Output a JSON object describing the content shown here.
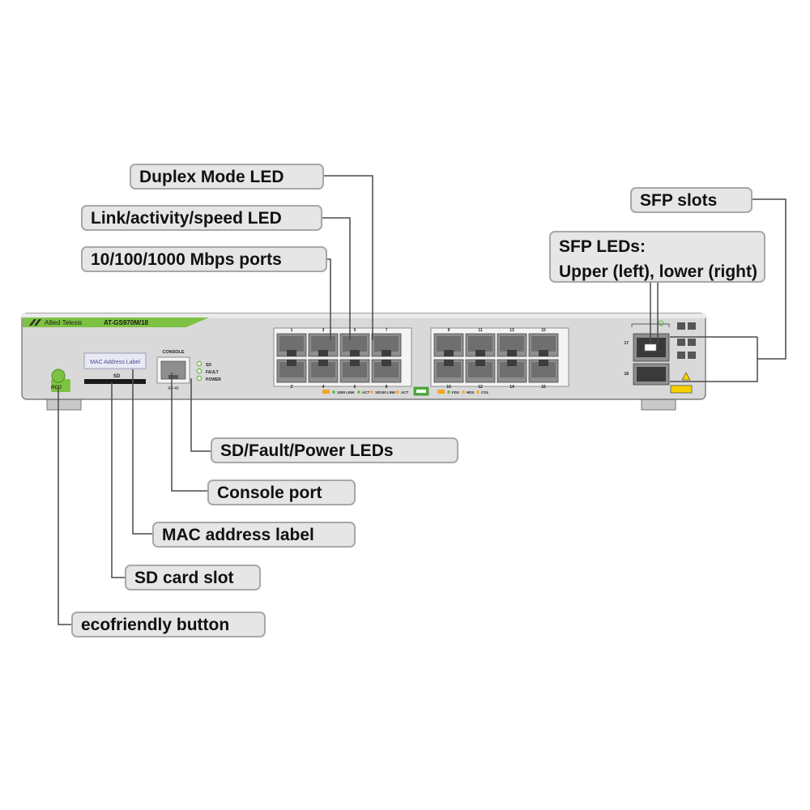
{
  "device": {
    "brand": "Allied Telesis",
    "model": "AT-GS970M/18",
    "colors": {
      "chassis": "#d9d9d9",
      "brand_strip": "#7dc242",
      "port": "#8e8e8e",
      "led_green": "#5ab53a",
      "led_amber": "#f5a623"
    },
    "mac_label_text": "MAC Address Label",
    "sd_text": "SD",
    "console_text": "CONSOLE",
    "console_sub_text": "RJ-45",
    "status_led_labels": [
      "SD",
      "FAULT",
      "POWER"
    ],
    "eco_text": "eco",
    "port_numbers_top": [
      "1",
      "3",
      "5",
      "7",
      "9",
      "11",
      "13",
      "15"
    ],
    "port_numbers_bottom": [
      "2",
      "4",
      "6",
      "8",
      "10",
      "12",
      "14",
      "16"
    ],
    "sfp_numbers": [
      "17",
      "18"
    ],
    "legend_left": [
      "1000 LINK",
      "ACT",
      "10/100 LINK",
      "ACT"
    ],
    "legend_right": [
      "FDX",
      "HDX",
      "COL"
    ]
  },
  "callouts": {
    "duplex_mode_led": "Duplex Mode LED",
    "link_activity_speed_led": "Link/activity/speed LED",
    "ports_10_100_1000": "10/100/1000 Mbps ports",
    "sfp_slots": "SFP slots",
    "sfp_leds_line1": "SFP LEDs:",
    "sfp_leds_line2": "Upper (left), lower (right)",
    "sd_fault_power_leds": "SD/Fault/Power LEDs",
    "console_port": "Console port",
    "mac_address_label": "MAC address label",
    "sd_card_slot": "SD card slot",
    "ecofriendly_button": "ecofriendly button"
  }
}
